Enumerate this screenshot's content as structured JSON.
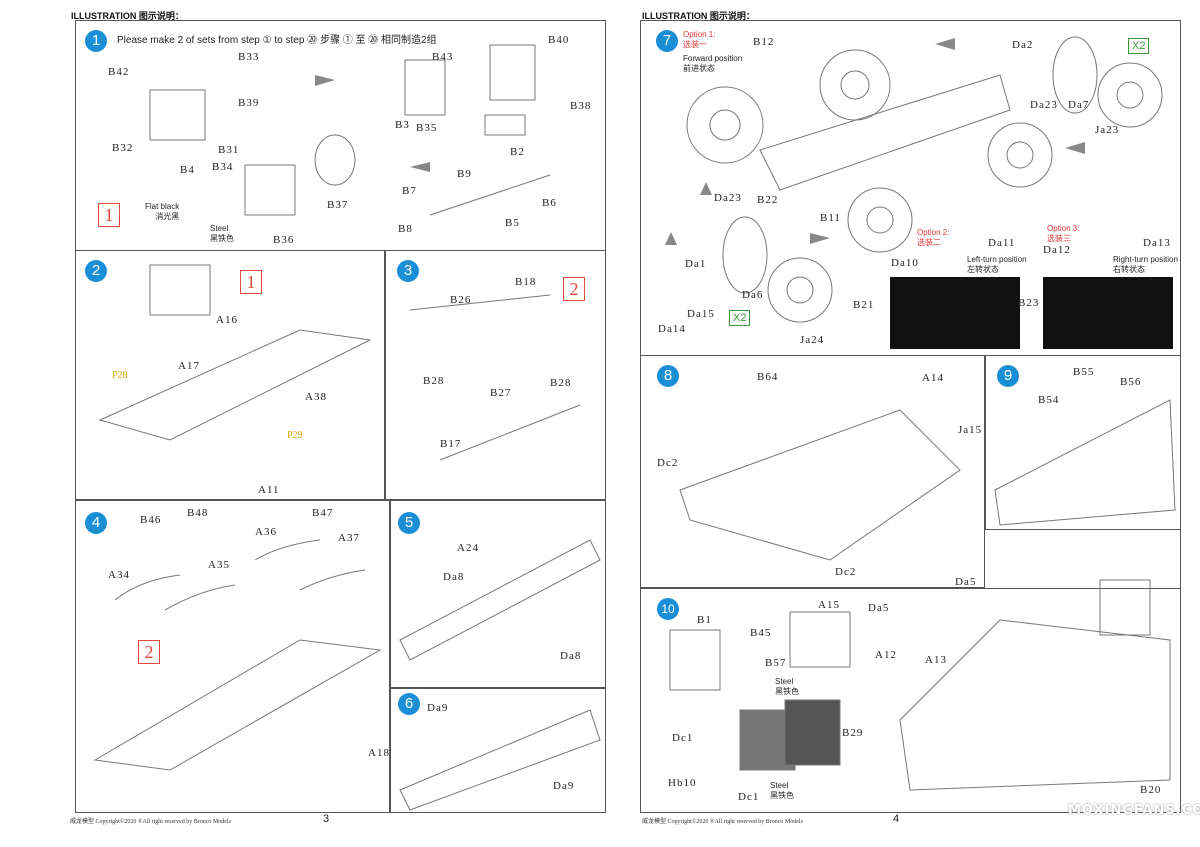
{
  "header": {
    "left": "ILLUSTRATION 图示说明：",
    "right": "ILLUSTRATION 图示说明："
  },
  "steps": [
    "1",
    "2",
    "3",
    "4",
    "5",
    "6",
    "7",
    "8",
    "9",
    "10"
  ],
  "step1": {
    "intro": "Please make 2 of sets  from step ① to step ⑳   步骤 ① 至 ⑳ 相同制造2组",
    "labels": [
      "B42",
      "B33",
      "B39",
      "B32",
      "B31",
      "B4",
      "B34",
      "B37",
      "B36",
      "B43",
      "B40",
      "B38",
      "B3",
      "B35",
      "B2",
      "B7",
      "B9",
      "B6",
      "B8",
      "B5"
    ],
    "flat_black": "Flat black\n消光黑",
    "steel": "Steel\n黑铁色",
    "subassembly": "1"
  },
  "step2": {
    "labels": [
      "A16",
      "A17",
      "A38",
      "A11"
    ],
    "paint_refs": [
      "P28",
      "P29"
    ],
    "subassembly": "1"
  },
  "step3": {
    "labels": [
      "B18",
      "B26",
      "B28",
      "B27",
      "B28",
      "B17"
    ],
    "subassembly": "2"
  },
  "step4": {
    "labels": [
      "B46",
      "B48",
      "B47",
      "A36",
      "A37",
      "A34",
      "A35",
      "A18"
    ],
    "subassembly": "2"
  },
  "step5": {
    "labels": [
      "A24",
      "Da8",
      "Da8"
    ]
  },
  "step6": {
    "labels": [
      "Da9",
      "Da9"
    ]
  },
  "step7": {
    "option1": "Option 1:\n选装一",
    "forward": "Forward position\n前进状态",
    "option2": "Option 2:\n选装二",
    "left_turn": "Left-turn position\n左转状态",
    "option3": "Option 3:\n选装三",
    "right_turn": "Right-turn position\n右转状态",
    "x2": "X2",
    "labels": [
      "B12",
      "Da2",
      "Da23",
      "Da7",
      "Ja23",
      "B22",
      "B11",
      "Da23",
      "Da1",
      "Da6",
      "Da15",
      "Da14",
      "Ja24",
      "Da11",
      "Da10",
      "Da12",
      "Da13",
      "B21",
      "B23"
    ]
  },
  "step8": {
    "labels": [
      "B64",
      "A14",
      "Ja15",
      "Dc2",
      "Dc2"
    ]
  },
  "step9": {
    "labels": [
      "B55",
      "B56",
      "B54"
    ]
  },
  "step10": {
    "labels": [
      "B1",
      "A15",
      "B45",
      "B57",
      "B29",
      "Dc1",
      "Hb10",
      "Dc1",
      "Da5",
      "Da5",
      "A12",
      "A13",
      "B20"
    ],
    "steel": "Steel\n黑铁色"
  },
  "footer": {
    "copyright": "威龙模型  Copyright©2020  ®All right reserved by Bronco Models",
    "page_left": "3",
    "page_right": "4"
  },
  "watermark": "MOXINGFANS.COM",
  "colors": {
    "step_badge": "#1b8fd6",
    "subassembly_box": "#e04a3a",
    "paint_ref": "#d9a400",
    "option_text": "#dd3333"
  }
}
